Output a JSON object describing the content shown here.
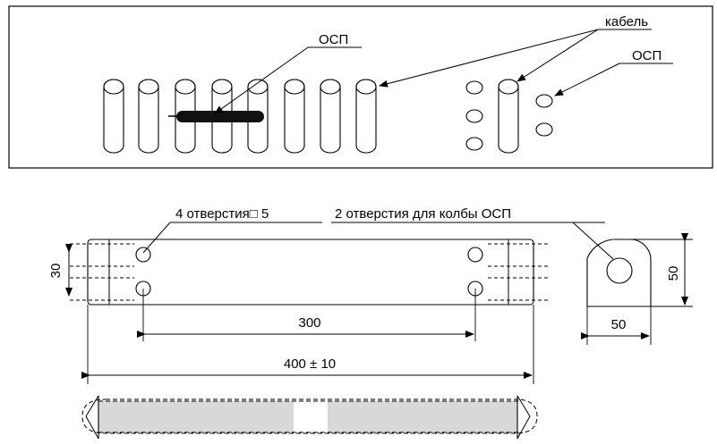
{
  "top_view": {
    "label_osp_left": "ОСП",
    "label_cable": "кабель",
    "label_osp_right": "ОСП"
  },
  "bracket": {
    "label_holes": "4  отверстия□ 5",
    "label_flask_holes": "2  отверстия  для  колбы  ОСП",
    "dim_30": "30",
    "dim_300": "300",
    "dim_400": "400 ± 10",
    "dim_50_width": "50",
    "dim_50_height": "50"
  }
}
